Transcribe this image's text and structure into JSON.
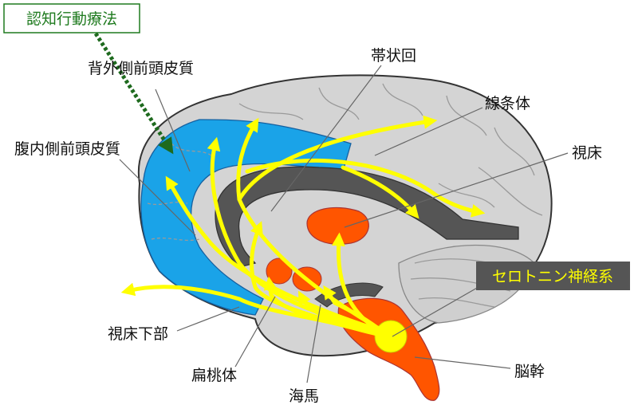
{
  "title": "認知行動療法",
  "labels": {
    "dlpfc": "背外側前頭皮質",
    "vmpfc": "腹内側前頭皮質",
    "cingulate": "帯状回",
    "striatum": "線条体",
    "thalamus": "視床",
    "serotonin": "セロトニン神経系",
    "hypothalamus": "視床下部",
    "amygdala": "扁桃体",
    "hippocampus": "海馬",
    "brainstem": "脳幹"
  },
  "colors": {
    "cortex": "#d4d4d4",
    "prefrontal": "#1aa3e8",
    "limbic": "#ff5500",
    "serotonin_path": "#ffff00",
    "cbt_box": "#1e7a1e",
    "serotonin_box": "#555555"
  }
}
